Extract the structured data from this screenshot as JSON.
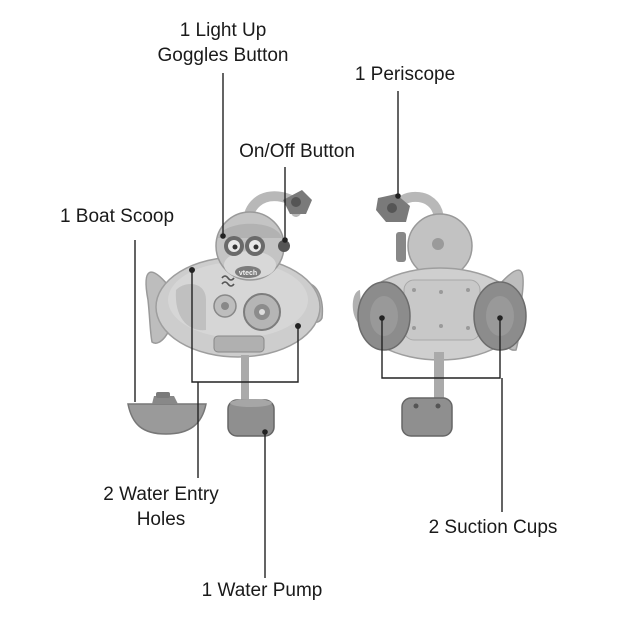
{
  "labels": {
    "goggles_button": [
      "1 Light Up",
      "Goggles Button"
    ],
    "on_off_button": "On/Off Button",
    "boat_scoop": "1 Boat Scoop",
    "periscope": "1 Periscope",
    "water_entry_holes": [
      "2 Water Entry",
      "Holes"
    ],
    "water_pump": "1 Water Pump",
    "suction_cups": "2 Suction Cups"
  },
  "product_logo": "vtech",
  "colors": {
    "toy_light": "#c9c9c9",
    "toy_mid": "#a5a5a5",
    "toy_dark": "#6e6e6e",
    "toy_darker": "#4a4a4a",
    "leader_line": "#222222"
  }
}
